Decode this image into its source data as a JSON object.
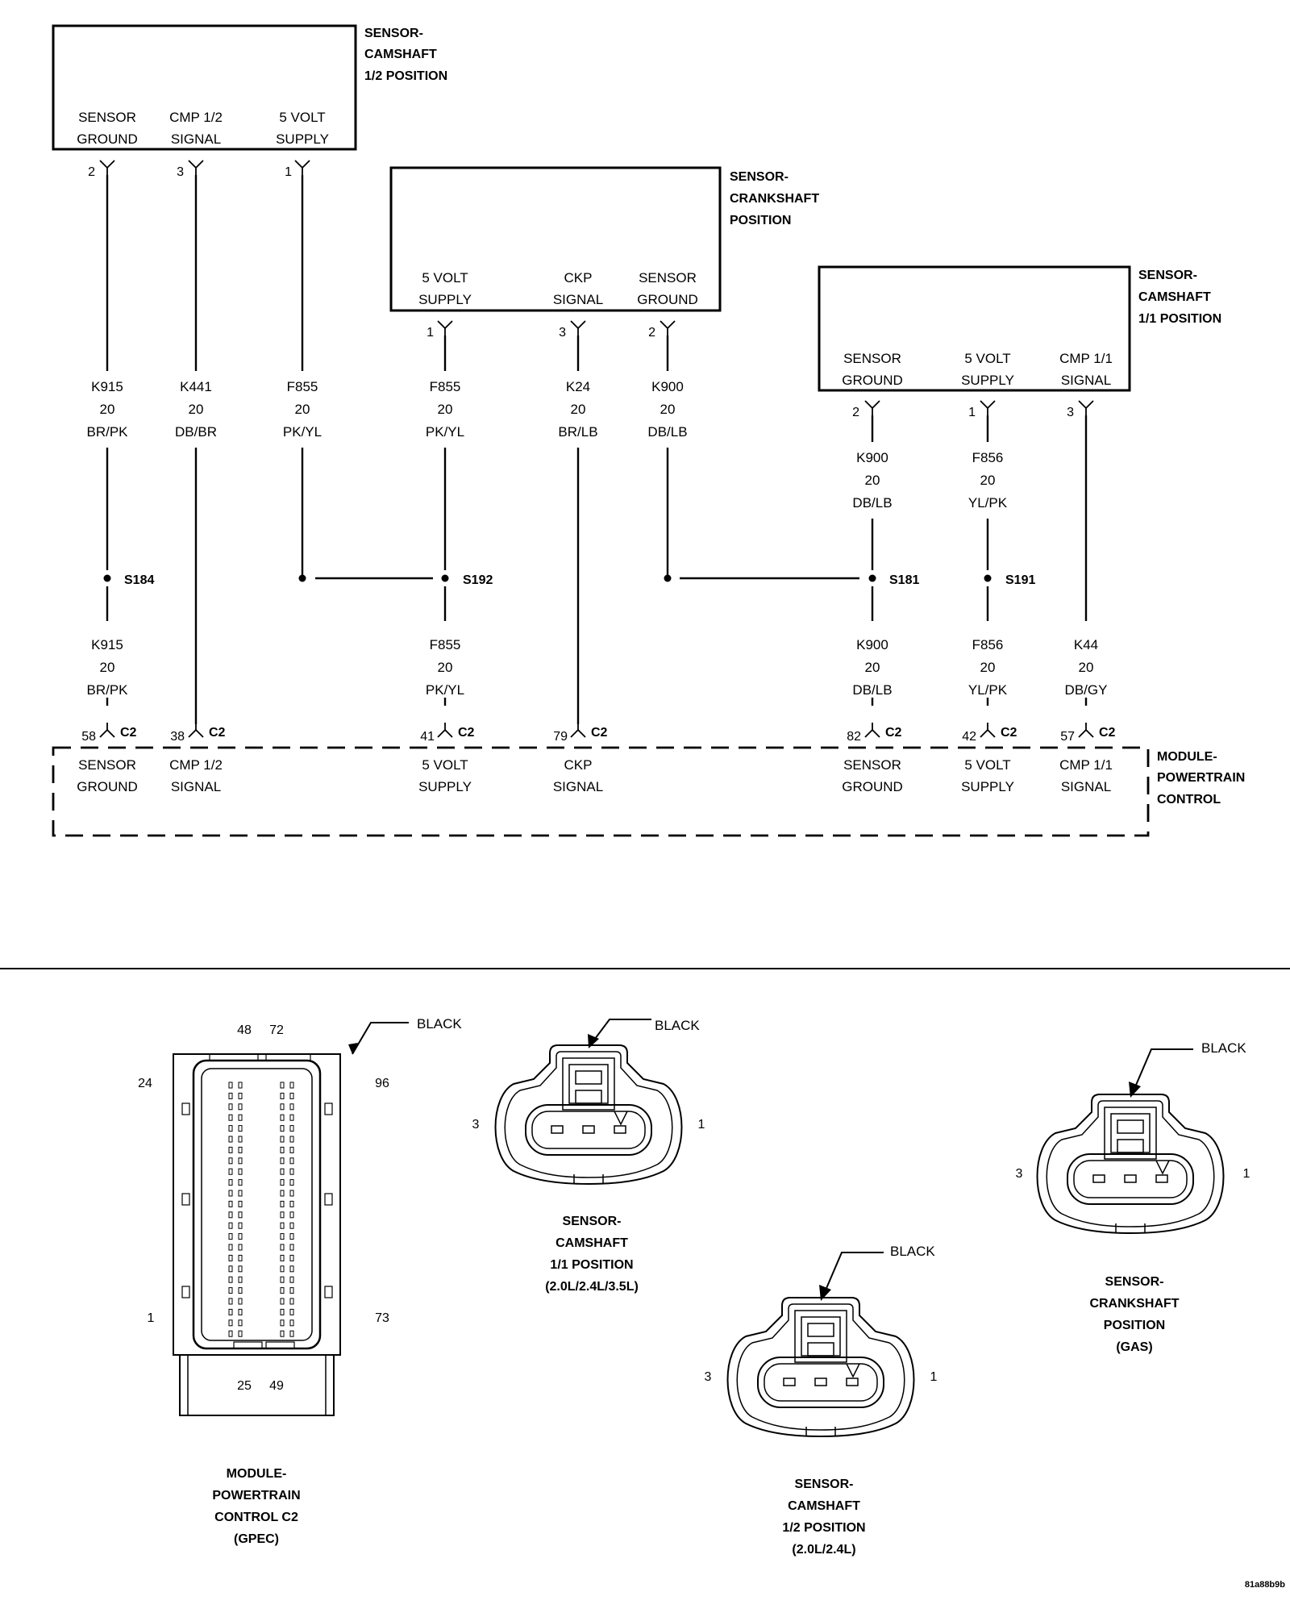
{
  "components": {
    "cam12": {
      "title": [
        "SENSOR-",
        "CAMSHAFT",
        "1/2 POSITION"
      ],
      "pins": [
        [
          "SENSOR",
          "GROUND"
        ],
        [
          "CMP 1/2",
          "SIGNAL"
        ],
        [
          "5 VOLT",
          "SUPPLY"
        ]
      ],
      "pin_numbers": [
        "2",
        "3",
        "1"
      ]
    },
    "crank": {
      "title": [
        "SENSOR-",
        "CRANKSHAFT",
        "POSITION"
      ],
      "pins": [
        [
          "5 VOLT",
          "SUPPLY"
        ],
        [
          "CKP",
          "SIGNAL"
        ],
        [
          "SENSOR",
          "GROUND"
        ]
      ],
      "pin_numbers": [
        "1",
        "3",
        "2"
      ]
    },
    "cam11": {
      "title": [
        "SENSOR-",
        "CAMSHAFT",
        "1/1 POSITION"
      ],
      "pins": [
        [
          "SENSOR",
          "GROUND"
        ],
        [
          "5 VOLT",
          "SUPPLY"
        ],
        [
          "CMP 1/1",
          "SIGNAL"
        ]
      ],
      "pin_numbers": [
        "2",
        "1",
        "3"
      ]
    },
    "pcm": {
      "title": [
        "MODULE-",
        "POWERTRAIN",
        "CONTROL"
      ],
      "pins": [
        [
          "SENSOR",
          "GROUND"
        ],
        [
          "CMP 1/2",
          "SIGNAL"
        ],
        [
          "5 VOLT",
          "SUPPLY"
        ],
        [
          "CKP",
          "SIGNAL"
        ],
        [
          "SENSOR",
          "GROUND"
        ],
        [
          "5 VOLT",
          "SUPPLY"
        ],
        [
          "CMP 1/1",
          "SIGNAL"
        ]
      ],
      "pin_numbers": [
        "58",
        "38",
        "41",
        "79",
        "82",
        "42",
        "57"
      ],
      "connector": "C2"
    }
  },
  "wires_upper": [
    [
      "K915",
      "20",
      "BR/PK"
    ],
    [
      "K441",
      "20",
      "DB/BR"
    ],
    [
      "F855",
      "20",
      "PK/YL"
    ],
    [
      "F855",
      "20",
      "PK/YL"
    ],
    [
      "K24",
      "20",
      "BR/LB"
    ],
    [
      "K900",
      "20",
      "DB/LB"
    ],
    [
      "K900",
      "20",
      "DB/LB"
    ],
    [
      "F856",
      "20",
      "YL/PK"
    ]
  ],
  "wires_lower": [
    [
      "K915",
      "20",
      "BR/PK"
    ],
    [
      "F855",
      "20",
      "PK/YL"
    ],
    [
      "K900",
      "20",
      "DB/LB"
    ],
    [
      "F856",
      "20",
      "YL/PK"
    ],
    [
      "K44",
      "20",
      "DB/GY"
    ]
  ],
  "splices": [
    "S184",
    "S192",
    "S181",
    "S191"
  ],
  "connectors": {
    "pcm_c2": {
      "title": [
        "MODULE-",
        "POWERTRAIN",
        "CONTROL C2",
        "(GPEC)"
      ],
      "color": "BLACK",
      "pins": {
        "p48": "48",
        "p72": "72",
        "p24": "24",
        "p96": "96",
        "p1": "1",
        "p73": "73",
        "p25": "25",
        "p49": "49"
      }
    },
    "cam11_conn": {
      "title": [
        "SENSOR-",
        "CAMSHAFT",
        "1/1 POSITION",
        "(2.0L/2.4L/3.5L)"
      ],
      "color": "BLACK",
      "left": "3",
      "right": "1"
    },
    "cam12_conn": {
      "title": [
        "SENSOR-",
        "CAMSHAFT",
        "1/2 POSITION",
        "(2.0L/2.4L)"
      ],
      "color": "BLACK",
      "left": "3",
      "right": "1"
    },
    "crank_conn": {
      "title": [
        "SENSOR-",
        "CRANKSHAFT",
        "POSITION",
        "(GAS)"
      ],
      "color": "BLACK",
      "left": "3",
      "right": "1"
    }
  },
  "figure_id": "81a88b9b"
}
